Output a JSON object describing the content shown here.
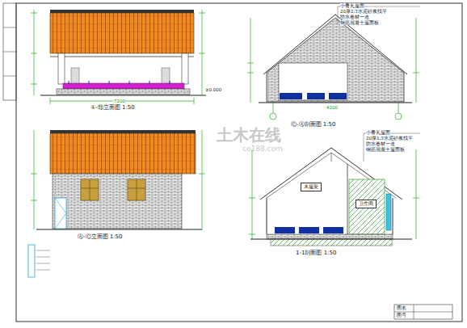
{
  "diagram": {
    "nodes": [
      {
        "text": [
          "木屋架"
        ]
      },
      {
        "text": [
          "卫生间"
        ]
      }
    ],
    "labels": [
      "小青瓦屋面",
      "20厚1:3水泥砂浆找平",
      "防水卷材一道",
      "钢筋混凝土屋面板",
      "①-⑪立面图 1:50",
      "Ⓒ-Ⓐ剖面图 1:50",
      "Ⓐ-Ⓒ立面图 1:50",
      "1-1剖面图 1:50",
      "土木在线",
      "co188.com",
      "小青瓦屋面",
      "20厚1:3水泥砂浆找平",
      "防水卷材一道",
      "钢筋混凝土屋面板",
      "±0.000",
      "7200",
      "4200",
      "图名",
      "图号"
    ]
  }
}
